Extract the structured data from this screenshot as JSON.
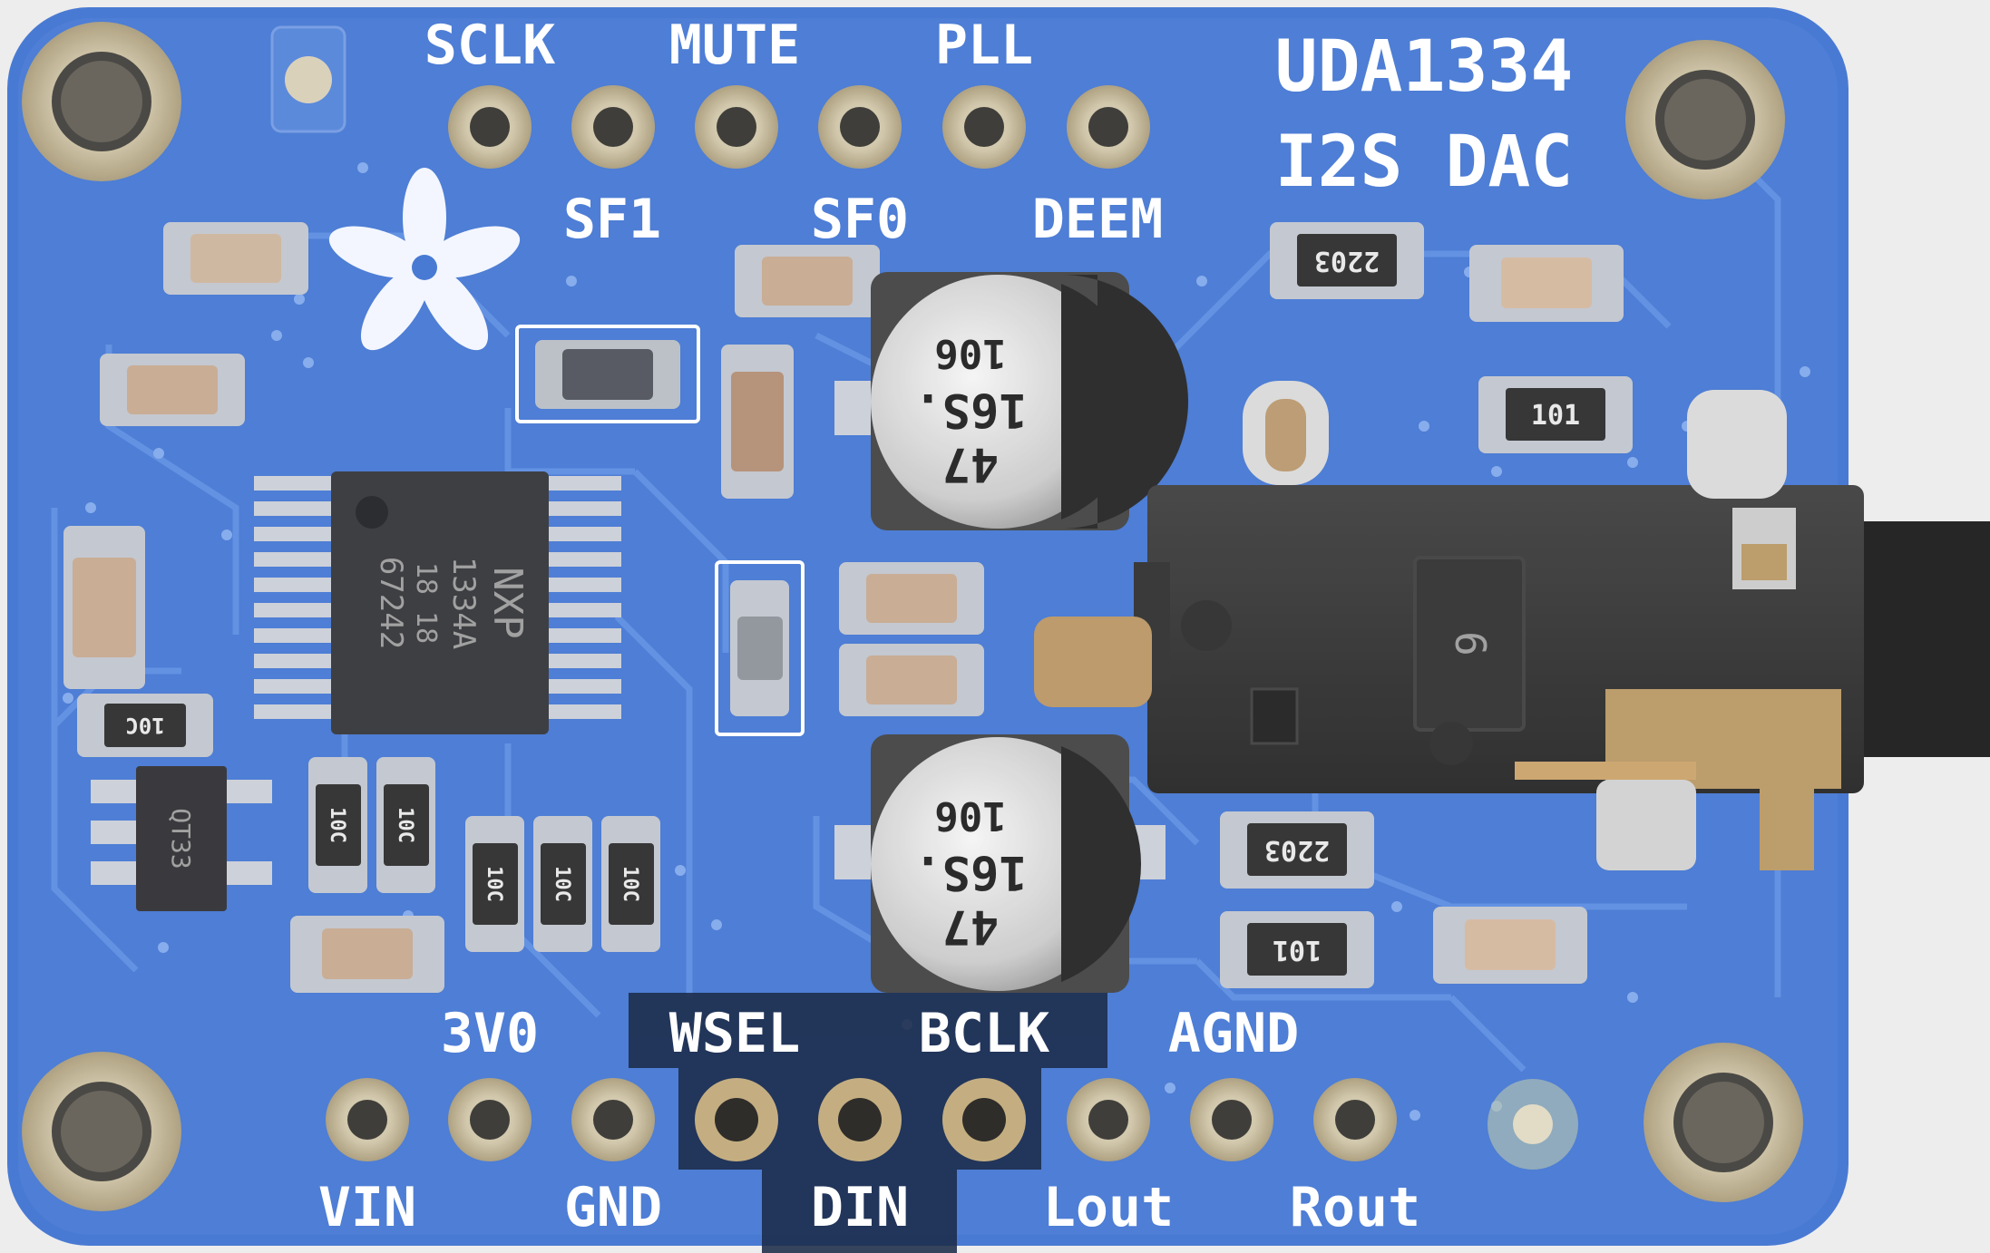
{
  "board": {
    "title_line1": "UDA1334",
    "title_line2": "I2S DAC",
    "pcb_color": "#3a6fd0",
    "highlight_color": "#0a1a3a"
  },
  "top_pins": {
    "upper_labels": [
      "SCLK",
      "MUTE",
      "PLL"
    ],
    "lower_labels": [
      "SF1",
      "SF0",
      "DEEM"
    ]
  },
  "bottom_pins": {
    "upper_labels": [
      "3V0",
      "WSEL",
      "BCLK",
      "AGND"
    ],
    "lower_labels": [
      "VIN",
      "GND",
      "DIN",
      "Lout",
      "Rout"
    ],
    "highlighted": [
      "WSEL",
      "DIN",
      "BCLK"
    ]
  },
  "chip": {
    "brand": "NXP",
    "line1": "1334A",
    "line2": "18 18",
    "line3": "67242"
  },
  "capacitors": {
    "top": [
      "47",
      "16S.",
      "106"
    ],
    "bottom": [
      "47",
      "16S.",
      "106"
    ]
  },
  "resistors": {
    "r_top_a": "2203",
    "r_top_b": "101",
    "r_bot_a": "2203",
    "r_bot_b": "101",
    "r_left_a": "10C",
    "r_left_b": "10C",
    "r_left_c": "10C",
    "r_left_d": "10C",
    "r_left_e": "10C",
    "r_left_f": "10C"
  },
  "regulator": {
    "marking": "QT33"
  },
  "jack": {
    "marking": "6"
  }
}
